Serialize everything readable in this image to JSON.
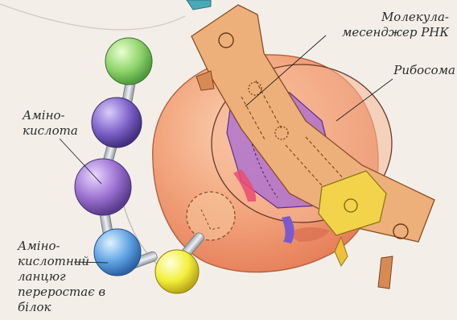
{
  "labels": {
    "mrna": [
      "Молекула-",
      "месенджер РНК"
    ],
    "ribosome": "Рибосома",
    "amino_acid": [
      "Аміно-",
      "кислота"
    ],
    "chain": [
      "Аміно-",
      "кислотний",
      "ланцюг",
      "переростає в",
      "білок"
    ]
  },
  "colors": {
    "background": "#f3efe8",
    "ribosome": "#f0a47a",
    "mrna": "#e9a868",
    "trna_purple": "#9a5bb8",
    "trna_yellow": "#f2d34a",
    "bead_green": "#8fd36a",
    "bead_violet": "#7d61c9",
    "bead_blue": "#5ea2e2",
    "bead_yellow": "#f3ef3b"
  }
}
